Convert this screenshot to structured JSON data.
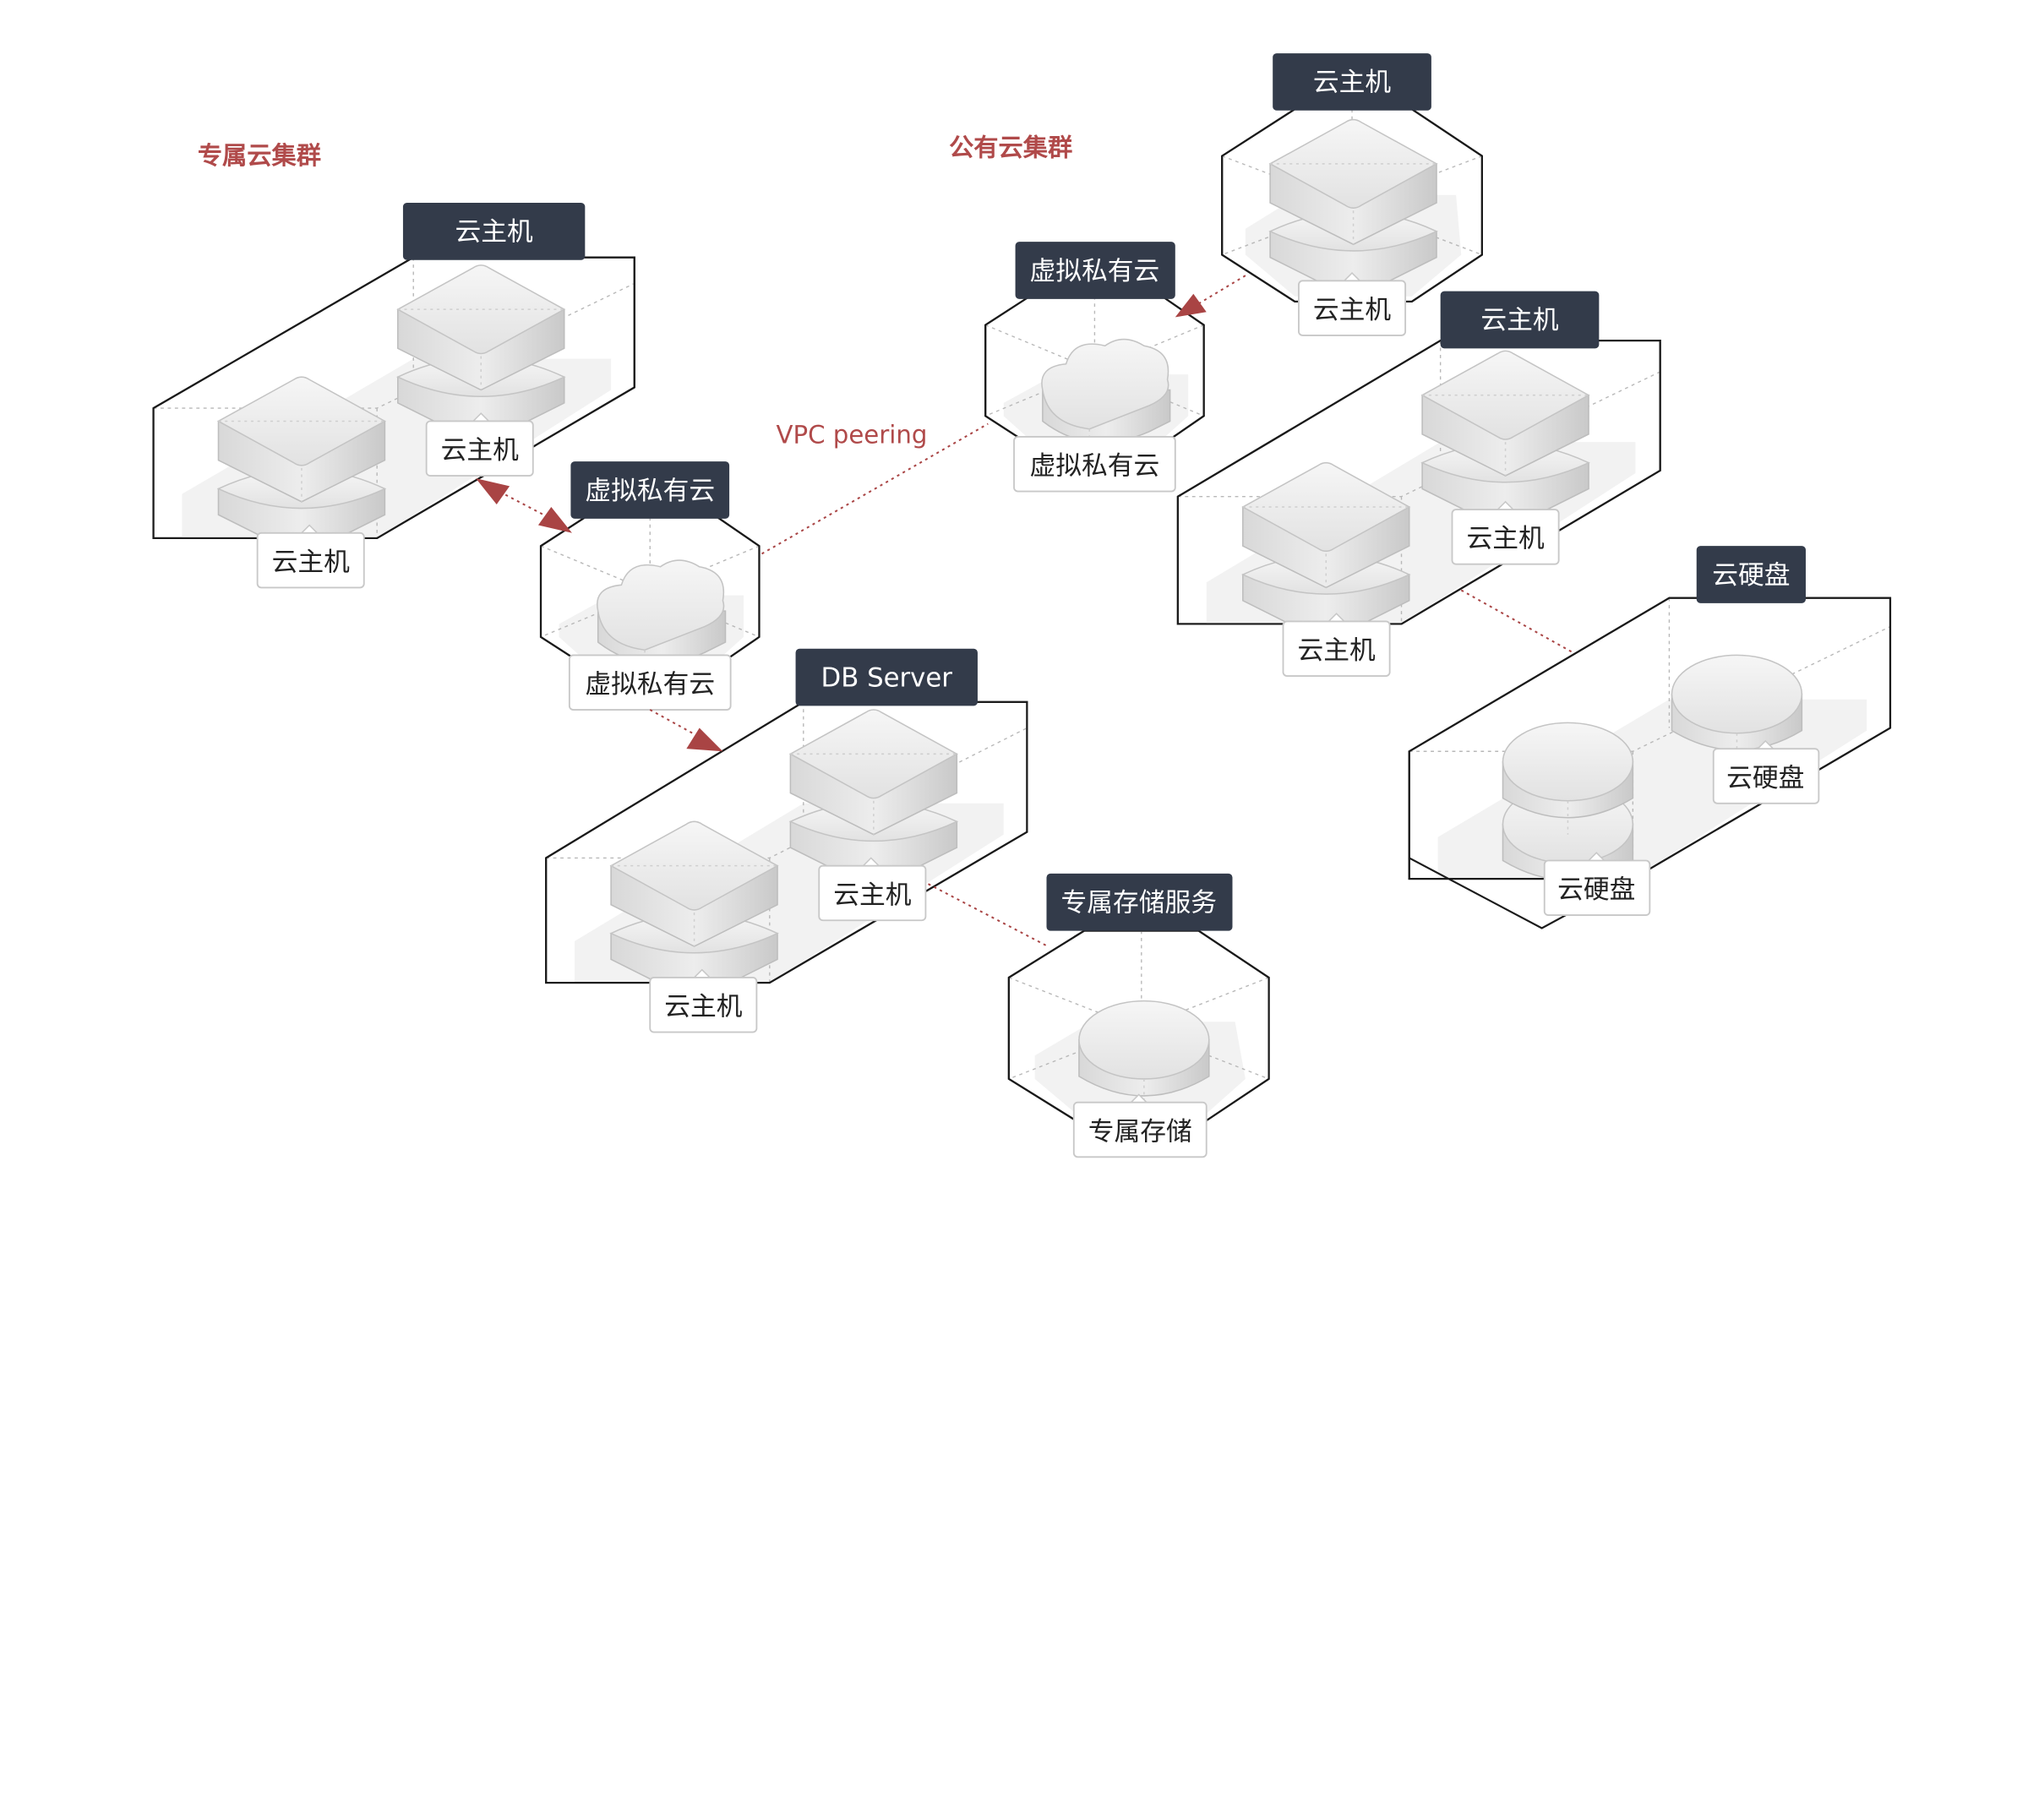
{
  "sections": {
    "dedicated_cluster": "专属云集群",
    "public_cluster": "公有云集群"
  },
  "edge_labels": {
    "vpc_peering": "VPC peering"
  },
  "groups": {
    "dedicated_vm_group": {
      "header": "云主机",
      "node_a": "云主机",
      "node_b": "云主机"
    },
    "dedicated_vpc": {
      "header": "虚拟私有云",
      "node": "虚拟私有云"
    },
    "db_server": {
      "header": "DB Server",
      "node_a": "云主机",
      "node_b": "云主机"
    },
    "dedicated_storage": {
      "header": "专属存储服务",
      "node": "专属存储"
    },
    "public_vpc": {
      "header": "虚拟私有云",
      "node": "虚拟私有云"
    },
    "public_vm_single": {
      "header": "云主机",
      "node": "云主机"
    },
    "public_vm_group": {
      "header": "云主机",
      "node_a": "云主机",
      "node_b": "云主机"
    },
    "cloud_disk": {
      "header": "云硬盘",
      "node_a": "云硬盘",
      "node_b": "云硬盘"
    }
  },
  "colors": {
    "accent": "#b04a4a",
    "header_bg": "#333b4a",
    "link": "#a94444"
  },
  "icons": {
    "server": "server-stack-icon",
    "cloud": "cloud-icon",
    "disk": "disk-icon"
  }
}
